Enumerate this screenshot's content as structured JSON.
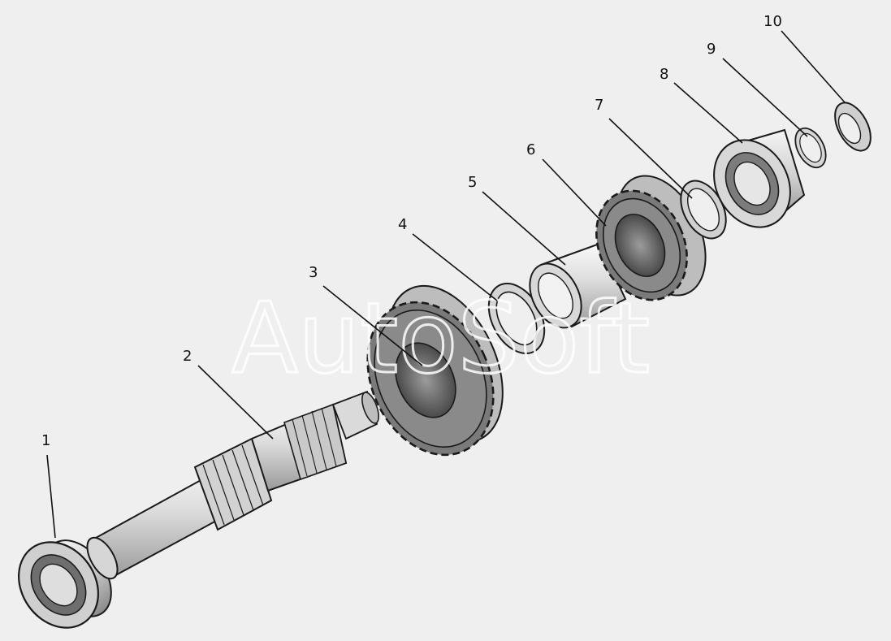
{
  "callouts": [
    {
      "label": "1"
    },
    {
      "label": "2"
    },
    {
      "label": "3"
    },
    {
      "label": "4"
    },
    {
      "label": "5"
    },
    {
      "label": "6"
    },
    {
      "label": "7"
    },
    {
      "label": "8"
    },
    {
      "label": "9"
    },
    {
      "label": "10"
    }
  ],
  "watermark": "AutoSoft",
  "colors": {
    "background": "#efefef",
    "metal_light": "#e8e8e8",
    "metal_mid": "#bdbdbd",
    "metal_dark": "#6a6a6a",
    "outline": "#1a1a1a"
  }
}
